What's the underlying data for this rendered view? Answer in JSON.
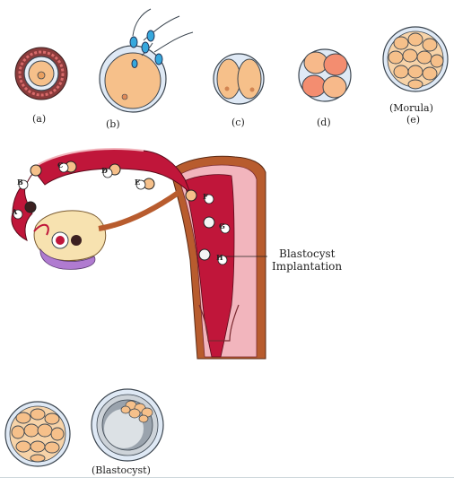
{
  "stages_top": [
    {
      "id": "a",
      "label": "(a)"
    },
    {
      "id": "b",
      "label": "(b)"
    },
    {
      "id": "c",
      "label": "(c)"
    },
    {
      "id": "d",
      "label": "(d)"
    },
    {
      "id": "e",
      "label": "(e)",
      "caption": "(Morula)"
    }
  ],
  "tube_markers": [
    "A",
    "B",
    "C",
    "D",
    "E",
    "F",
    "G",
    "H"
  ],
  "annotation": {
    "line1": "Blastocyst",
    "line2": "Implantation"
  },
  "bottom": {
    "blastocyst_label": "(Blastocyst)"
  },
  "colors": {
    "uterus_red": "#c0163a",
    "uterus_wall": "#f2b5bd",
    "muscle_brown": "#b85c2e",
    "cell_peach": "#f6c08a",
    "cell_outline": "#3c4650",
    "zona_blue": "#cdd9e8",
    "sperm_blue": "#37a8dd"
  }
}
